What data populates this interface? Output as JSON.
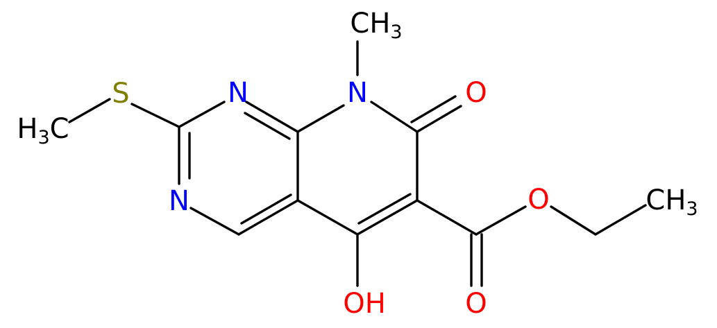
{
  "atoms": {
    "s": {
      "text": "S",
      "color": "#808000"
    },
    "sme": {
      "main": "H",
      "sub": "3",
      "tail": "C",
      "color": "#000000"
    },
    "n1": {
      "text": "N",
      "color": "#0000ff"
    },
    "n3": {
      "text": "N",
      "color": "#0000ff"
    },
    "n8": {
      "text": "N",
      "color": "#0000ff"
    },
    "nme": {
      "main": "CH",
      "sub": "3",
      "color": "#000000"
    },
    "o_keto": {
      "text": "O",
      "color": "#ff0000"
    },
    "oh": {
      "text": "OH",
      "color": "#ff0000"
    },
    "o_est": {
      "text": "O",
      "color": "#ff0000"
    },
    "o_carb": {
      "text": "O",
      "color": "#ff0000"
    },
    "ethyl": {
      "main": "CH",
      "sub": "3",
      "color": "#000000"
    }
  }
}
